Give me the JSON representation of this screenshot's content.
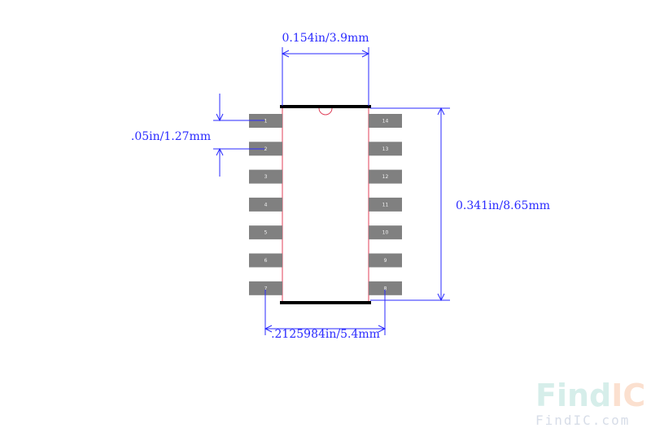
{
  "dimensions": {
    "body_width": "0.154in/3.9mm",
    "pitch": ".05in/1.27mm",
    "body_length": "0.341in/8.65mm",
    "lead_span": ".2125984in/5.4mm"
  },
  "pins": {
    "left": [
      "1",
      "2",
      "3",
      "4",
      "5",
      "6",
      "7"
    ],
    "right": [
      "14",
      "13",
      "12",
      "11",
      "10",
      "9",
      "8"
    ]
  },
  "watermark": {
    "part1": "Find",
    "part2": "IC",
    "url": "FindIC.com",
    "colors": {
      "find": "#d6eeea",
      "ic": "#fbe0cf",
      "url": "#d7dde8"
    }
  },
  "colors": {
    "dimension": "#2a2aff",
    "body_outline": "#e0405a",
    "pad": "#808080",
    "edge_bar": "#000000"
  }
}
